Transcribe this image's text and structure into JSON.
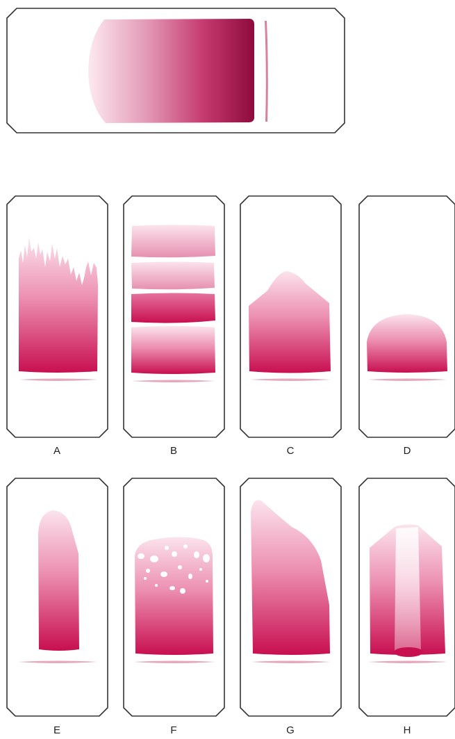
{
  "colors": {
    "stain_dark": "#c80f50",
    "stain_deep": "#8e0b3c",
    "stain_light": "#fbe3ec",
    "outline": "#333333",
    "background": "#ffffff"
  },
  "top_panel": {
    "name": "reference-gel-strip"
  },
  "panels": [
    {
      "id": "A",
      "label": "A"
    },
    {
      "id": "B",
      "label": "B"
    },
    {
      "id": "C",
      "label": "C"
    },
    {
      "id": "D",
      "label": "D"
    },
    {
      "id": "E",
      "label": "E"
    },
    {
      "id": "F",
      "label": "F"
    },
    {
      "id": "G",
      "label": "G"
    },
    {
      "id": "H",
      "label": "H"
    }
  ]
}
